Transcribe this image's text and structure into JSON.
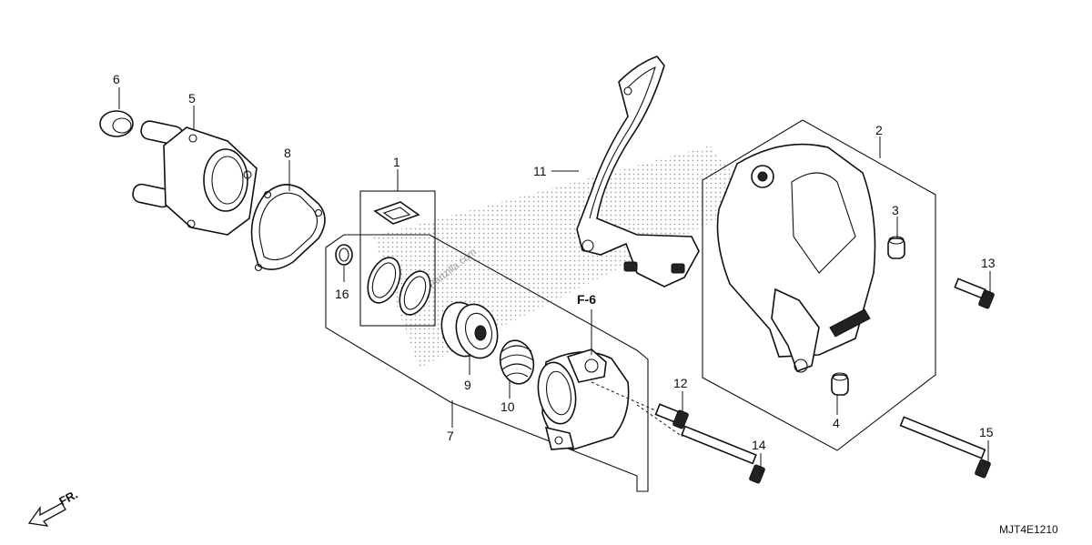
{
  "callouts": [
    {
      "id": "1",
      "label": "1"
    },
    {
      "id": "2",
      "label": "2"
    },
    {
      "id": "3",
      "label": "3"
    },
    {
      "id": "4",
      "label": "4"
    },
    {
      "id": "5",
      "label": "5"
    },
    {
      "id": "6",
      "label": "6"
    },
    {
      "id": "7",
      "label": "7"
    },
    {
      "id": "8",
      "label": "8"
    },
    {
      "id": "9",
      "label": "9"
    },
    {
      "id": "10",
      "label": "10"
    },
    {
      "id": "11",
      "label": "11"
    },
    {
      "id": "12",
      "label": "12"
    },
    {
      "id": "13",
      "label": "13"
    },
    {
      "id": "14",
      "label": "14"
    },
    {
      "id": "15",
      "label": "15"
    },
    {
      "id": "16",
      "label": "16"
    }
  ],
  "reference_label": "F-6",
  "direction_label": "FR.",
  "diagram_code": "MJT4E1210",
  "watermark": "©Partzilla.com"
}
